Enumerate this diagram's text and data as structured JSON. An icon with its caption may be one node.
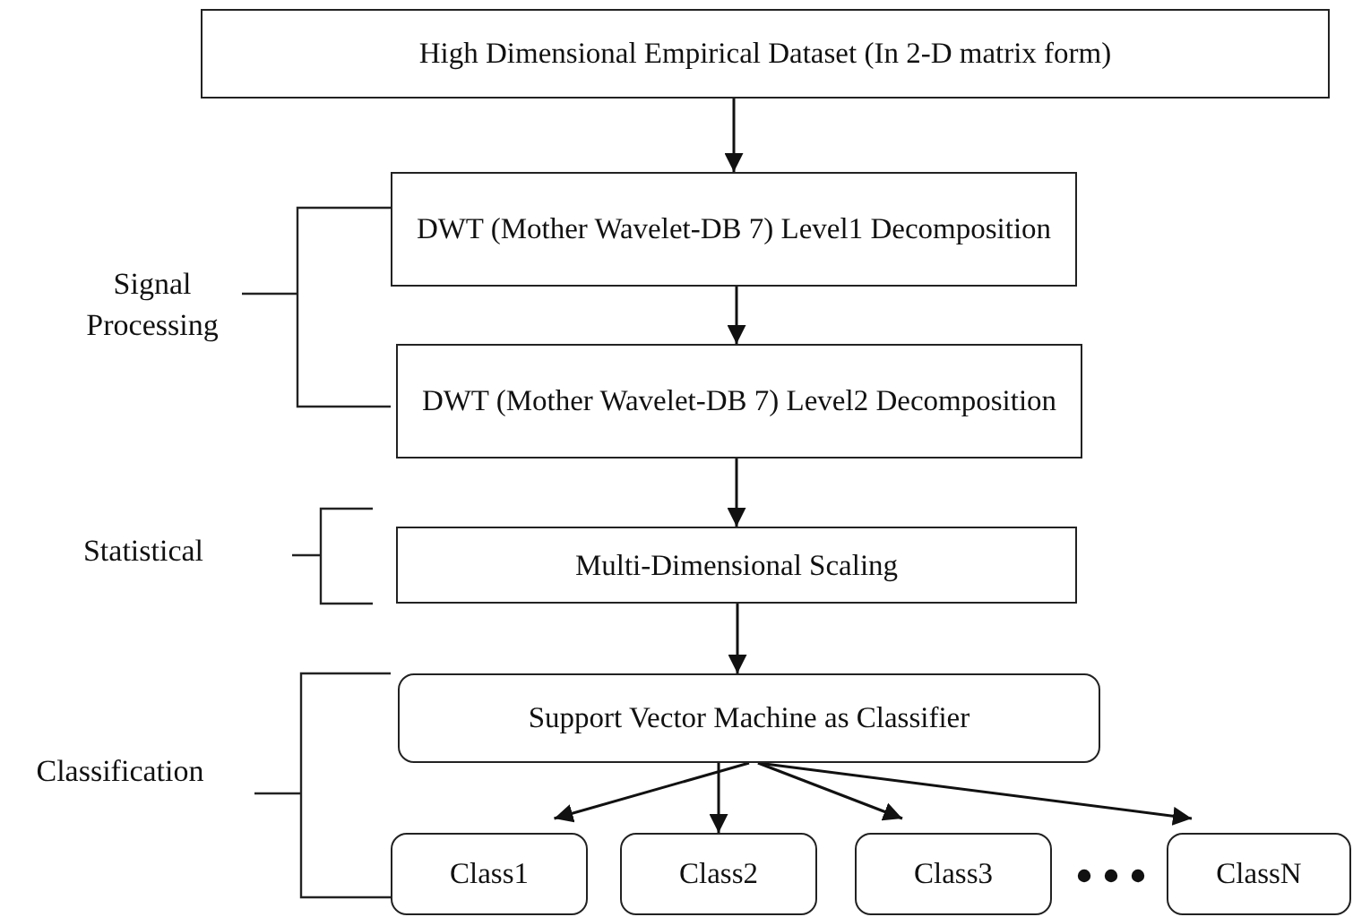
{
  "diagram": {
    "nodes": [
      {
        "text": [
          "High Dimensional Empirical Dataset (In 2-D matrix form)"
        ]
      },
      {
        "text": [
          "DWT (Mother Wavelet-DB 7) Level1 Decomposition"
        ]
      },
      {
        "text": [
          "DWT (Mother Wavelet-DB 7) Level2 Decomposition"
        ]
      },
      {
        "text": [
          "Multi-Dimensional Scaling"
        ]
      },
      {
        "text": [
          "Support Vector Machine as Classifier"
        ]
      },
      {
        "text": [
          "Class1"
        ]
      },
      {
        "text": [
          "Class2"
        ]
      },
      {
        "text": [
          "Class3"
        ]
      },
      {
        "text": [
          "ClassN"
        ]
      }
    ],
    "edges": [
      {
        "from": 0,
        "to": 1,
        "arrow": "to"
      },
      {
        "from": 1,
        "to": 2,
        "arrow": "to"
      },
      {
        "from": 2,
        "to": 3,
        "arrow": "to"
      },
      {
        "from": 3,
        "to": 4,
        "arrow": "to"
      },
      {
        "from": 4,
        "to": 5,
        "arrow": "to"
      },
      {
        "from": 4,
        "to": 6,
        "arrow": "to"
      },
      {
        "from": 4,
        "to": 7,
        "arrow": "to"
      },
      {
        "from": 4,
        "to": 8,
        "arrow": "to"
      }
    ],
    "labels": [
      "Signal Processing",
      "Statistical",
      "Classification"
    ]
  }
}
